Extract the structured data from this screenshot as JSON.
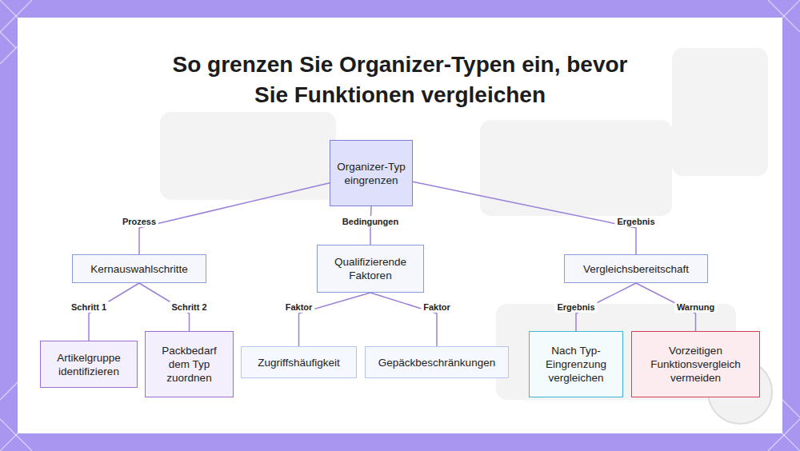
{
  "diagram": {
    "title": "So grenzen Sie Organizer-Typen ein, bevor Sie Funktionen vergleichen",
    "nodes": [
      {
        "text": [
          "Organizer-Typ eingrenzen"
        ]
      },
      {
        "text": [
          "Kernauswahlschritte"
        ]
      },
      {
        "text": [
          "Qualifizierende Faktoren"
        ]
      },
      {
        "text": [
          "Vergleichsbereitschaft"
        ]
      },
      {
        "text": [
          "Artikelgruppe identifizieren"
        ]
      },
      {
        "text": [
          "Packbedarf dem Typ zuordnen"
        ]
      },
      {
        "text": [
          "Zugriffshäufigkeit"
        ]
      },
      {
        "text": [
          "Gepäckbeschränkungen"
        ]
      },
      {
        "text": [
          "Nach Typ-Eingrenzung vergleichen"
        ]
      },
      {
        "text": [
          "Vorzeitigen Funktionsvergleich vermeiden"
        ]
      }
    ],
    "edges": [
      {
        "from": 0,
        "to": 1,
        "label": "Prozess",
        "arrow": "none"
      },
      {
        "from": 0,
        "to": 2,
        "label": "Bedingungen",
        "arrow": "none"
      },
      {
        "from": 0,
        "to": 3,
        "label": "Ergebnis",
        "arrow": "none"
      },
      {
        "from": 1,
        "to": 4,
        "label": "Schritt 1",
        "arrow": "none"
      },
      {
        "from": 1,
        "to": 5,
        "label": "Schritt 2",
        "arrow": "none"
      },
      {
        "from": 2,
        "to": 6,
        "label": "Faktor",
        "arrow": "none"
      },
      {
        "from": 2,
        "to": 7,
        "label": "Faktor",
        "arrow": "none"
      },
      {
        "from": 3,
        "to": 8,
        "label": "Ergebnis",
        "arrow": "none"
      },
      {
        "from": 3,
        "to": 9,
        "label": "Warnung",
        "arrow": "none"
      }
    ]
  }
}
